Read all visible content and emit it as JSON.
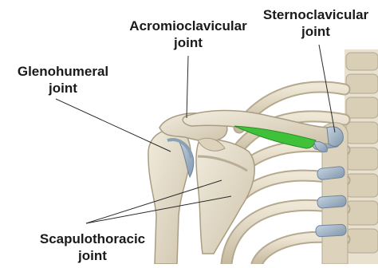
{
  "labels": {
    "acromioclavicular": {
      "line1": "Acromioclavicular",
      "line2": "joint"
    },
    "sternoclavicular": {
      "line1": "Sternoclavicular",
      "line2": "joint"
    },
    "glenohumeral": {
      "line1": "Glenohumeral",
      "line2": "joint"
    },
    "scapulothoracic": {
      "line1": "Scapulothoracic",
      "line2": "joint"
    }
  },
  "colors": {
    "bone": "#e6ddc9",
    "bone_shadow": "#b9ad96",
    "cartilage": "#9fb3c6",
    "ligament": "#3fc23a",
    "leader_line": "#2a2a2a"
  }
}
